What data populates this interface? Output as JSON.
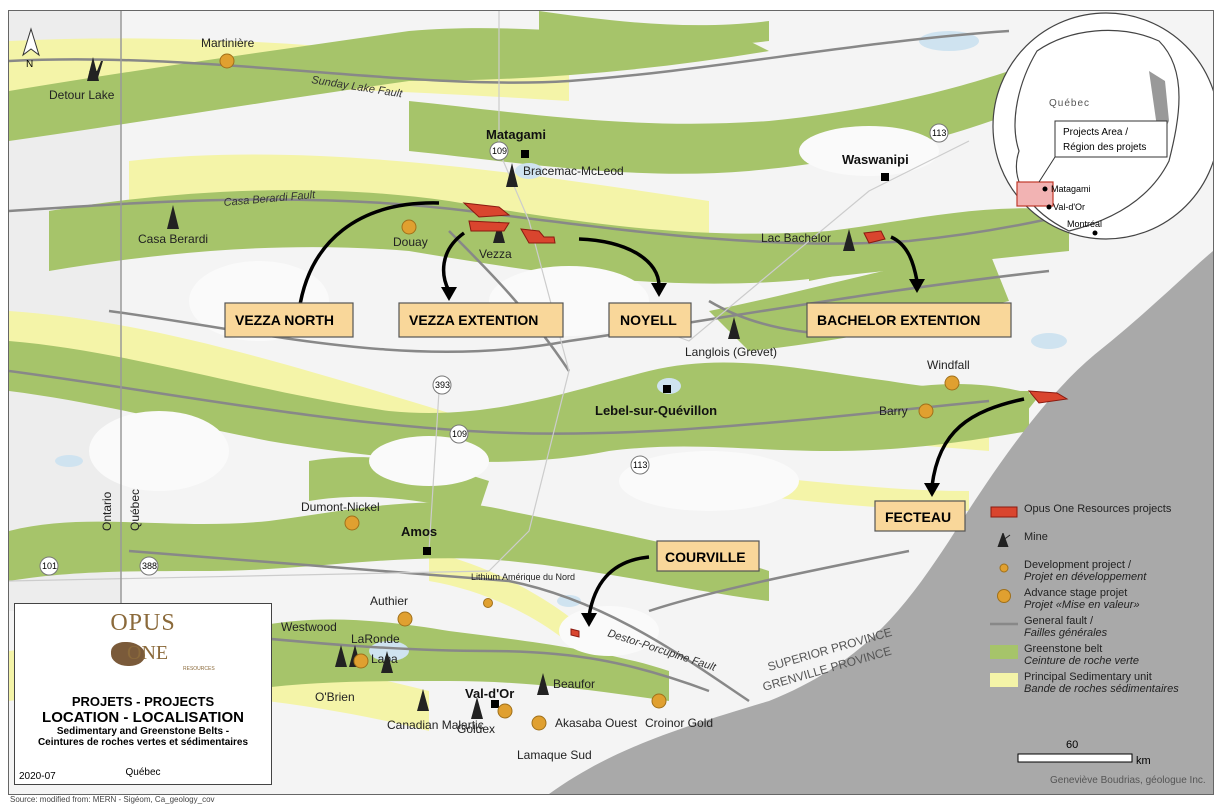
{
  "colors": {
    "greenstone": "#a6c46a",
    "sediment": "#f4f4a8",
    "water": "#cfe3f0",
    "grenville": "#a9a9a9",
    "project": "#d9452e",
    "mine_dot": "#e0a030",
    "box": "#f9d79a"
  },
  "north_label": "N",
  "faults": [
    "Sunday Lake Fault",
    "Casa Berardi Fault",
    "Destor-Porcupine Fault"
  ],
  "provinces": [
    "SUPERIOR PROVINCE",
    "GRENVILLE PROVINCE"
  ],
  "borders": [
    "Ontario",
    "Québec"
  ],
  "routes": [
    "109",
    "113",
    "393",
    "109",
    "113",
    "388",
    "101"
  ],
  "towns": [
    "Matagami",
    "Waswanipi",
    "Lebel-sur-Quévillon",
    "Amos",
    "Val-d'Or"
  ],
  "mines": [
    "Detour Lake",
    "Casa Berardi",
    "Bracemac-McLeod",
    "Vezza",
    "Lac Bachelor",
    "Langlois (Grevet)",
    "Westwood",
    "LaRonde",
    "Lapa",
    "Canadian Malartic",
    "Goldex",
    "Beaufor"
  ],
  "dev_projects": [
    "Lithium Amérique du Nord"
  ],
  "adv_projects": [
    "Martinière",
    "Douay",
    "Windfall",
    "Barry",
    "Dumont-Nickel",
    "Authier",
    "O'Brien",
    "Akasaba Ouest",
    "Croinor Gold",
    "Lamaque Sud"
  ],
  "project_boxes": [
    "VEZZA NORTH",
    "VEZZA EXTENTION",
    "NOYELL",
    "BACHELOR EXTENTION",
    "FECTEAU",
    "COURVILLE"
  ],
  "inset": {
    "region": "Québec",
    "area_label_1": "Projects Area /",
    "area_label_2": "Région des projets",
    "cities": [
      "Matagami",
      "Val-d'Or",
      "Montréal"
    ]
  },
  "title_block": {
    "logo_top": "OPUS",
    "logo_bottom": "ONE",
    "logo_sub": "RESOURCES",
    "line1": "PROJETS - PROJECTS",
    "line2": "LOCATION - LOCALISATION",
    "line3": "Sedimentary and Greenstone Belts -",
    "line4": "Ceintures de roches vertes et sédimentaires",
    "date": "2020-07",
    "province": "Québec"
  },
  "legend": [
    {
      "label": "Opus One Resources projects",
      "label_fr": ""
    },
    {
      "label": "Mine",
      "label_fr": ""
    },
    {
      "label": "Development project /",
      "label_fr": "Projet en développement"
    },
    {
      "label": "Advance stage projet",
      "label_fr": "Projet «Mise en valeur»"
    },
    {
      "label": "General fault /",
      "label_fr": "Failles générales"
    },
    {
      "label": "Greenstone belt",
      "label_fr": "Ceinture de roche verte"
    },
    {
      "label": "Principal Sedimentary unit",
      "label_fr": "Bande de roches sédimentaires"
    }
  ],
  "scale": {
    "value": "60",
    "unit": "km"
  },
  "credit": "Geneviève Boudrias, géologue Inc.",
  "source": "Source: modified from: MERN - Sigéom, Ca_geology_cov"
}
